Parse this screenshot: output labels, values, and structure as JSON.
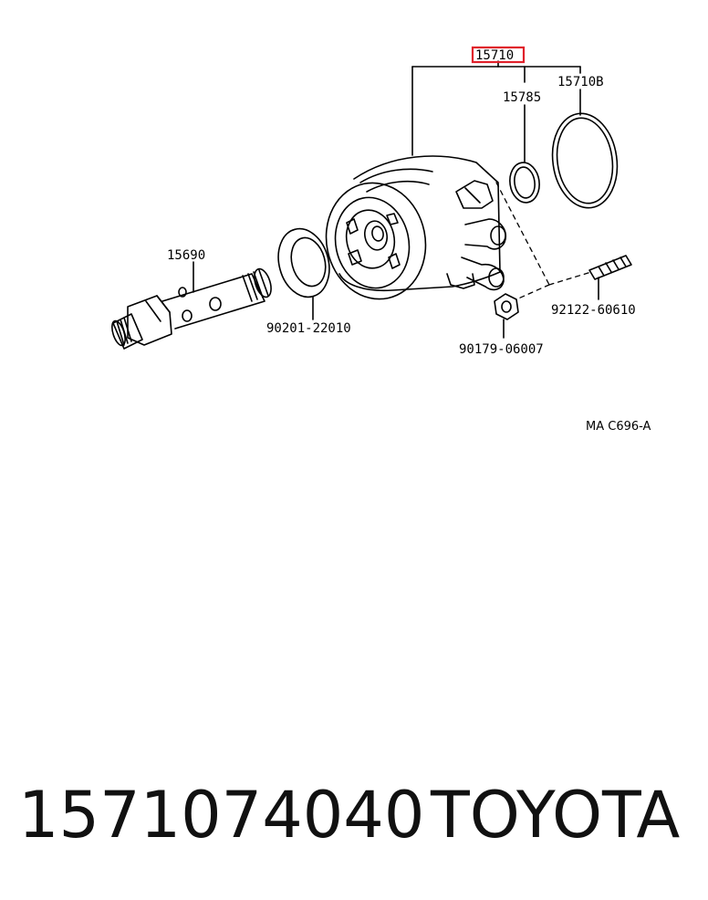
{
  "diagram": {
    "callouts": {
      "oil_cooler": "15710",
      "gasket_small": "15785",
      "gasket_large": "15710B",
      "union_bolt": "15690",
      "washer": "90201-22010",
      "stud": "92122-60610",
      "nut": "90179-06007"
    },
    "highlight_color": "#e0202a",
    "reference_code": "MA  C696-A"
  },
  "footer": {
    "part_number": "1571074040",
    "brand": "TOYOTA"
  }
}
